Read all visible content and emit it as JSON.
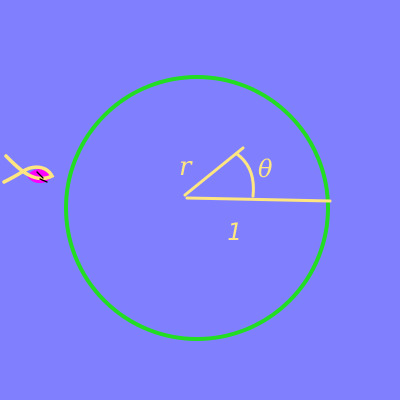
{
  "colors": {
    "background": "#8080ff",
    "circle": "#22dd22",
    "lines": "#ffe680",
    "labels": "#ffe680",
    "fish_body": "#ff00ff",
    "fish_outline": "#ffe680",
    "fish_eye": "#000000"
  },
  "labels": {
    "radius": "r",
    "angle": "θ",
    "base_length": "1"
  },
  "icons": {
    "sprite": "fish-icon"
  }
}
